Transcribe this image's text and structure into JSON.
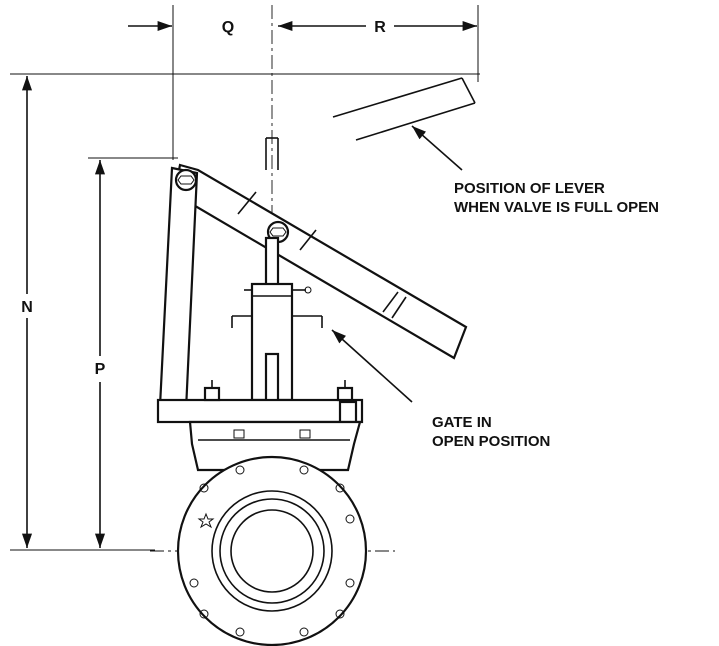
{
  "dimensions": {
    "q": "Q",
    "r": "R",
    "n": "N",
    "p": "P"
  },
  "callouts": {
    "lever_open_line1": "POSITION OF LEVER",
    "lever_open_line2": "WHEN VALVE IS FULL OPEN",
    "gate_line1": "GATE IN",
    "gate_line2": "OPEN POSITION"
  }
}
